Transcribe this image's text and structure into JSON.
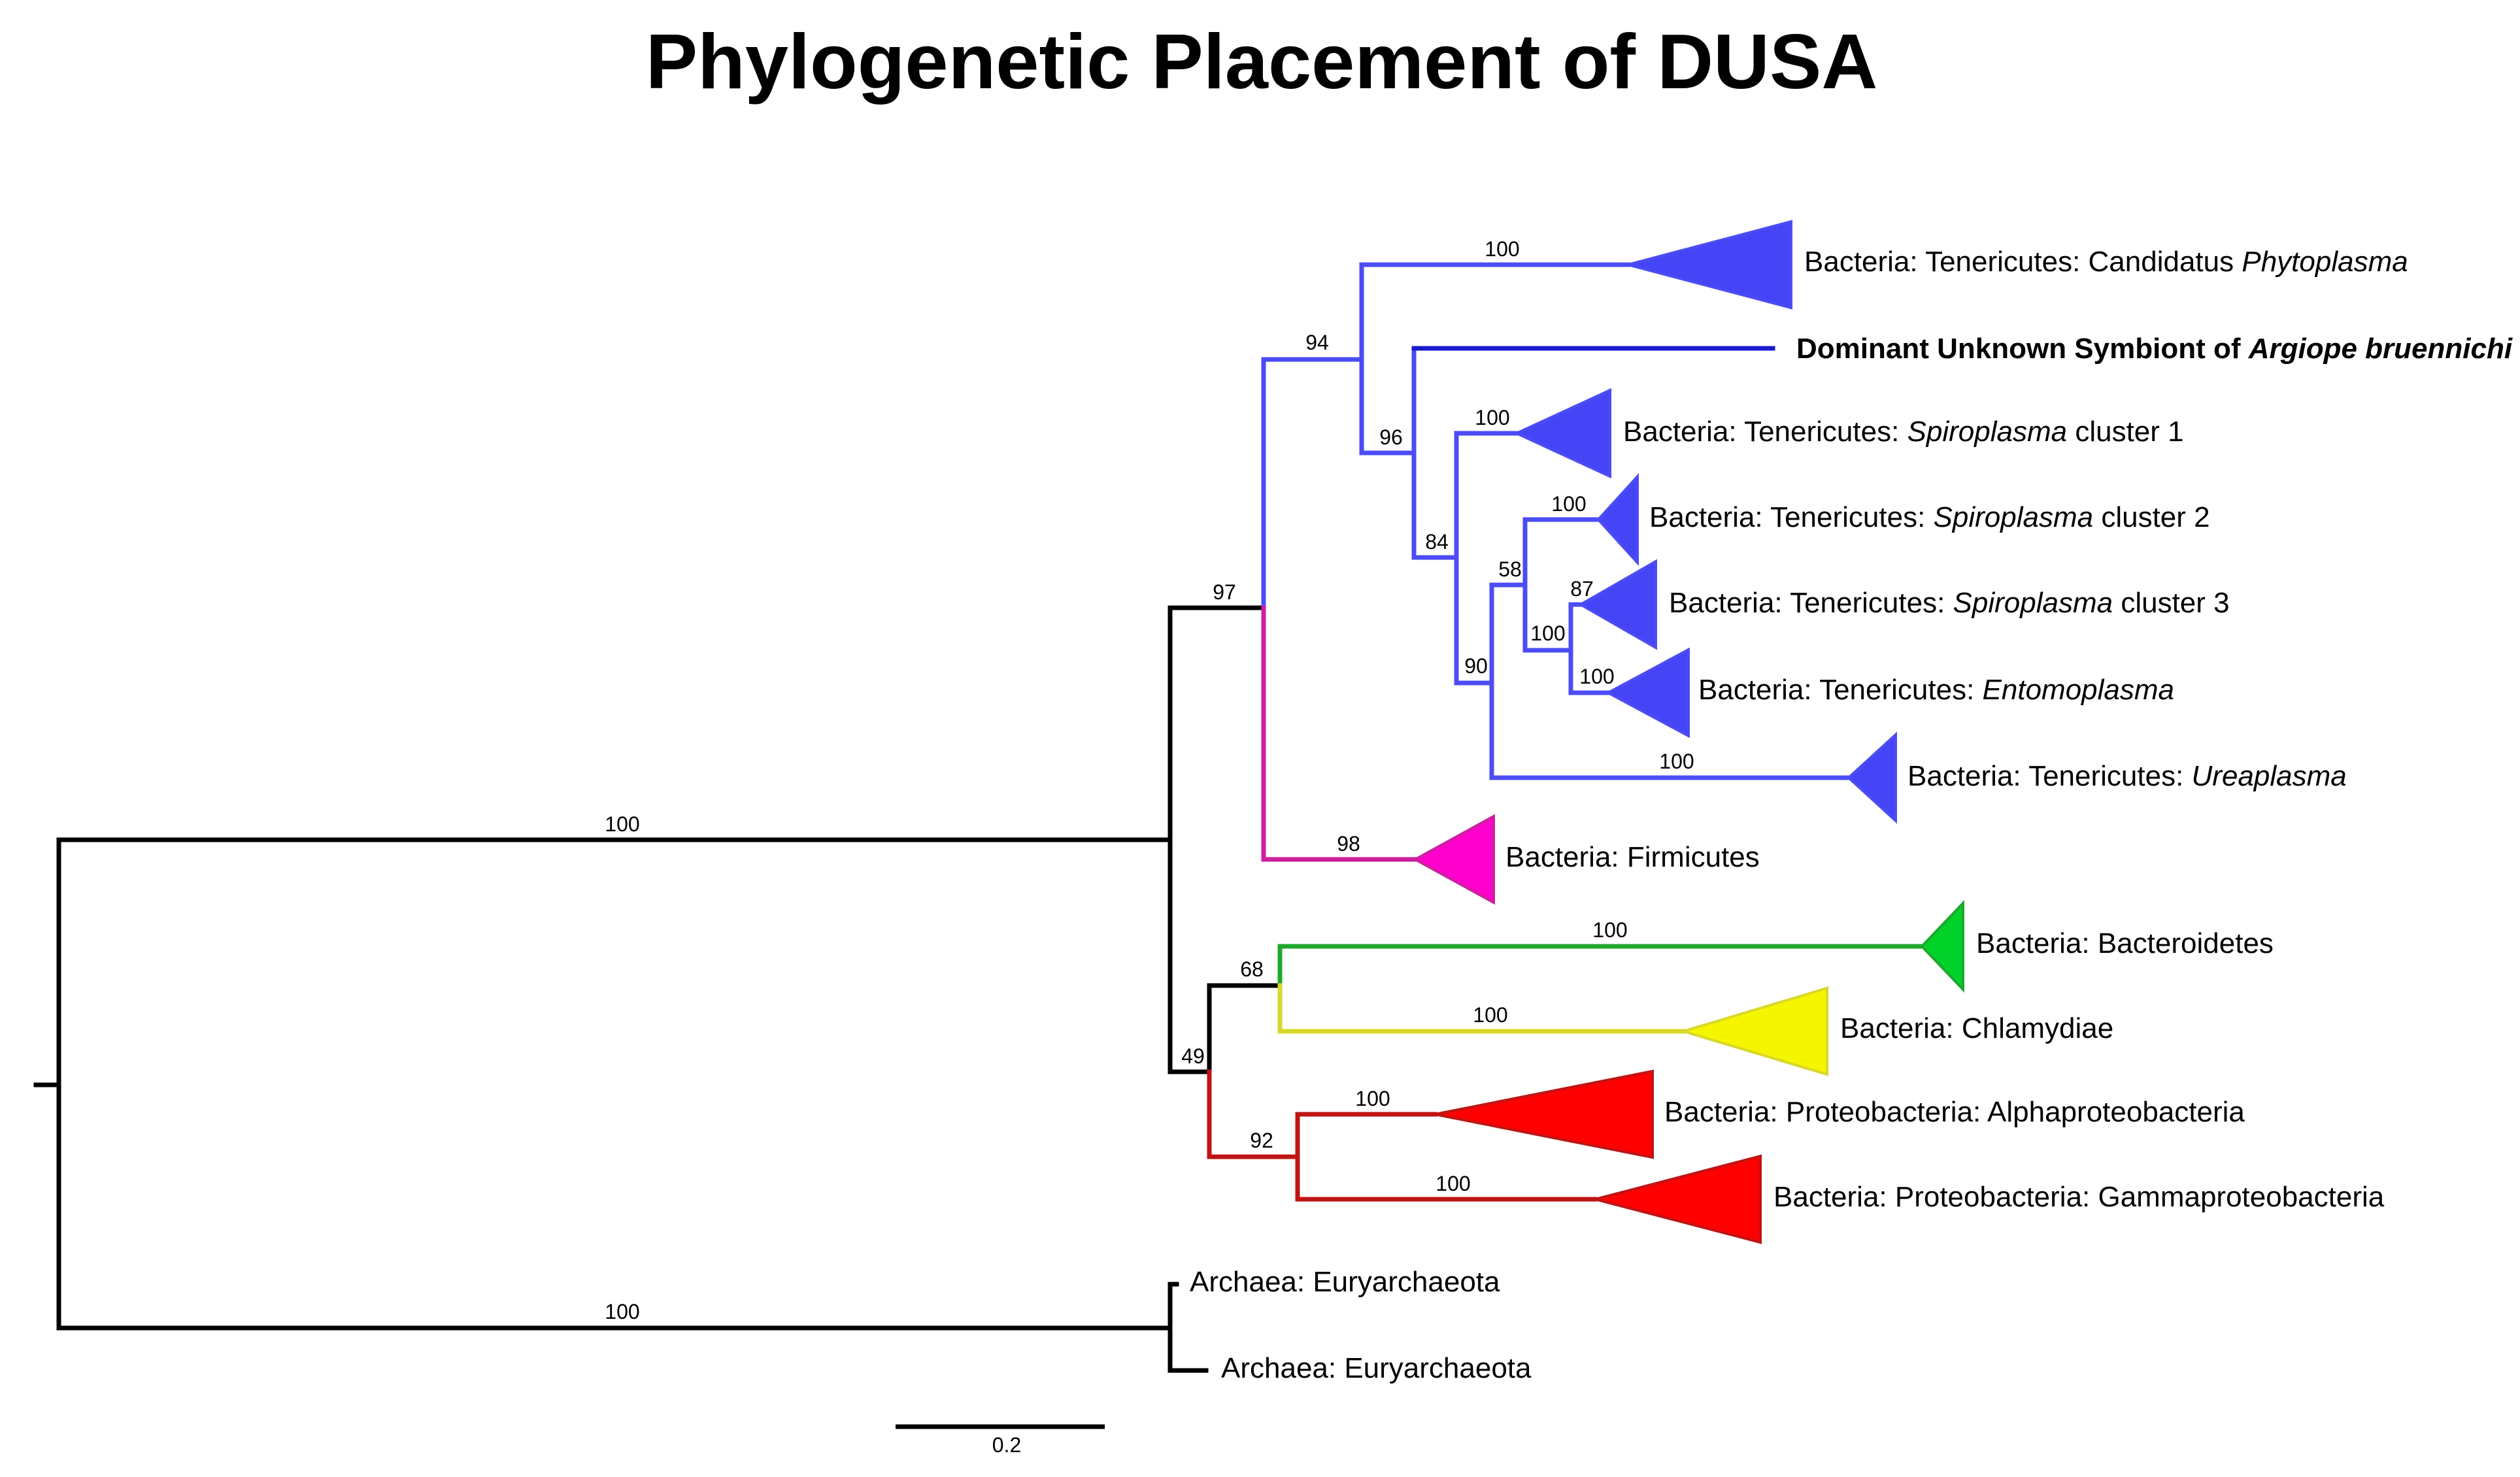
{
  "title": "Phylogenetic Placement of DUSA",
  "colors": {
    "black": "#000000",
    "tenericutes": "#4c4cf5",
    "tenericutes_fill": "#4545f7",
    "dusa": "#1a1ad0",
    "firmicutes": "#cc1f9e",
    "firmicutes_fill": "#ff00cc",
    "bacteroidetes": "#1fa82e",
    "bacteroidetes_fill": "#00d22a",
    "chlamydiae": "#d8d82a",
    "chlamydiae_fill": "#f5f500",
    "proteo": "#bf1414",
    "proteo_fill": "#ff0000"
  },
  "taxa": {
    "phytoplasma": {
      "pre": "Bacteria: Tenericutes: Candidatus ",
      "it": "Phytoplasma",
      "post": ""
    },
    "dusa": {
      "pre": "Dominant Unknown Symbiont of ",
      "it": "Argiope bruennichi",
      "post": ""
    },
    "spiro1": {
      "pre": "Bacteria: Tenericutes: ",
      "it": "Spiroplasma",
      "post": " cluster 1"
    },
    "spiro2": {
      "pre": "Bacteria: Tenericutes: ",
      "it": "Spiroplasma",
      "post": " cluster 2"
    },
    "spiro3": {
      "pre": "Bacteria: Tenericutes: ",
      "it": "Spiroplasma",
      "post": " cluster 3"
    },
    "entomoplasma": {
      "pre": "Bacteria: Tenericutes: ",
      "it": "Entomoplasma",
      "post": ""
    },
    "ureaplasma": {
      "pre": "Bacteria: Tenericutes: ",
      "it": "Ureaplasma",
      "post": ""
    },
    "firmicutes": {
      "pre": "Bacteria: Firmicutes",
      "it": "",
      "post": ""
    },
    "bacteroidetes": {
      "pre": "Bacteria: Bacteroidetes",
      "it": "",
      "post": ""
    },
    "chlamydiae": {
      "pre": "Bacteria: Chlamydiae",
      "it": "",
      "post": ""
    },
    "alpha": {
      "pre": "Bacteria: Proteobacteria: Alphaproteobacteria",
      "it": "",
      "post": ""
    },
    "gamma": {
      "pre": "Bacteria: Proteobacteria: Gammaproteobacteria",
      "it": "",
      "post": ""
    },
    "archaea1": {
      "pre": "Archaea: Euryarchaeota",
      "it": "",
      "post": ""
    },
    "archaea2": {
      "pre": "Archaea: Euryarchaeota",
      "it": "",
      "post": ""
    }
  },
  "support": {
    "root_bacteria": "100",
    "root_archaea": "100",
    "n97": "97",
    "n94": "94",
    "phytoplasma": "100",
    "n96": "96",
    "n84": "84",
    "spiro1": "100",
    "n90": "90",
    "n58": "58",
    "spiro2": "100",
    "n100_sp3ent": "100",
    "spiro3": "87",
    "entomoplasma": "100",
    "ureaplasma": "100",
    "firmicutes": "98",
    "n49": "49",
    "n68": "68",
    "bacteroidetes": "100",
    "chlamydiae": "100",
    "n92": "92",
    "alpha": "100",
    "gamma": "100"
  },
  "scale_bar": {
    "value": 0.2,
    "label": "0.2"
  }
}
